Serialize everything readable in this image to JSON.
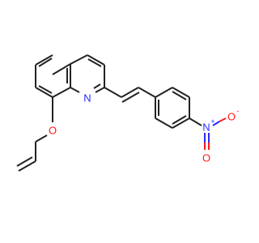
{
  "molecule": {
    "atoms": {
      "quinoline_n": {
        "symbol": "N",
        "color": "#2a2aff"
      },
      "ether_o": {
        "symbol": "O",
        "color": "#ff1a1a"
      },
      "nitro_n": {
        "symbol": "N",
        "charge": "+",
        "color": "#2a2aff"
      },
      "nitro_o_minus": {
        "symbol": "O",
        "charge": "-",
        "color": "#ff1a1a"
      },
      "nitro_o_double": {
        "symbol": "O",
        "color": "#ff1a1a"
      }
    },
    "bond_color": "#222222"
  }
}
